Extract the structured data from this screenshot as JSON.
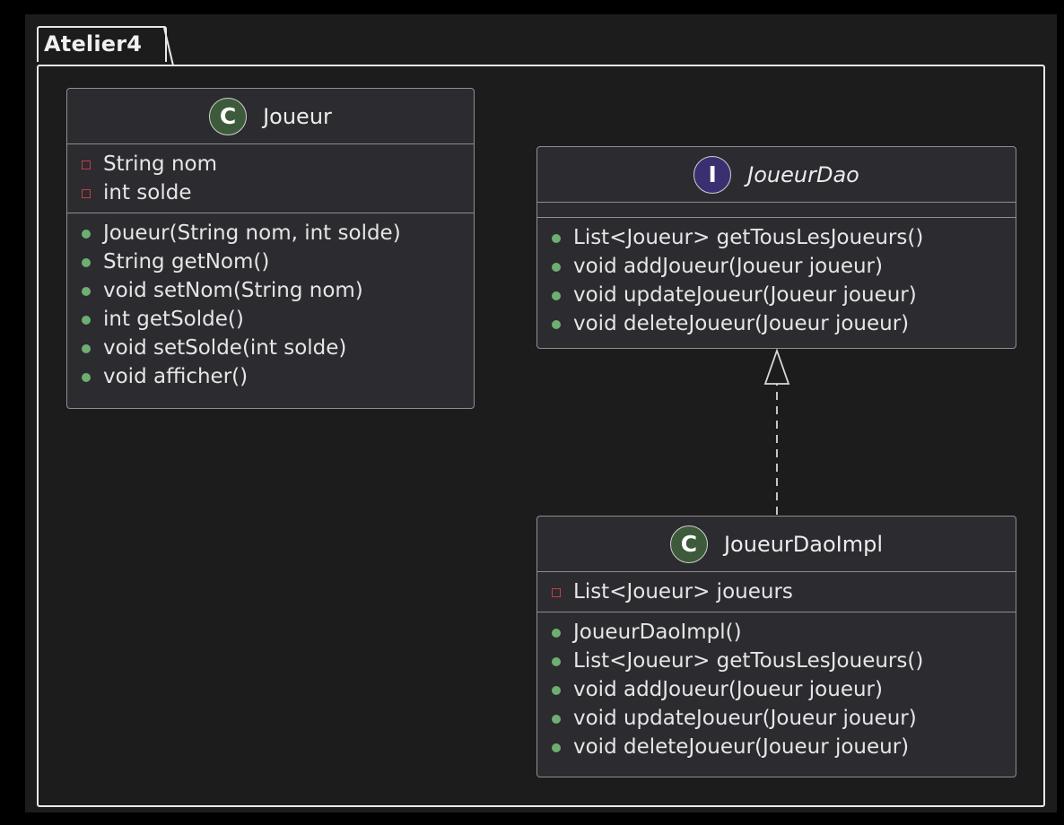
{
  "package": {
    "name": "Atelier4"
  },
  "classes": {
    "joueur": {
      "stereotype": "C",
      "name": "Joueur",
      "fields": [
        {
          "visibility": "private",
          "text": "String nom"
        },
        {
          "visibility": "private",
          "text": "int solde"
        }
      ],
      "methods": [
        {
          "visibility": "public",
          "text": "Joueur(String nom, int solde)"
        },
        {
          "visibility": "public",
          "text": "String getNom()"
        },
        {
          "visibility": "public",
          "text": "void setNom(String nom)"
        },
        {
          "visibility": "public",
          "text": "int getSolde()"
        },
        {
          "visibility": "public",
          "text": "void setSolde(int solde)"
        },
        {
          "visibility": "public",
          "text": "void afficher()"
        }
      ]
    },
    "joueur_dao": {
      "stereotype": "I",
      "name": "JoueurDao",
      "fields": [],
      "methods": [
        {
          "visibility": "public",
          "text": "List<Joueur> getTousLesJoueurs()"
        },
        {
          "visibility": "public",
          "text": "void addJoueur(Joueur joueur)"
        },
        {
          "visibility": "public",
          "text": "void updateJoueur(Joueur joueur)"
        },
        {
          "visibility": "public",
          "text": "void deleteJoueur(Joueur joueur)"
        }
      ]
    },
    "joueur_dao_impl": {
      "stereotype": "C",
      "name": "JoueurDaoImpl",
      "fields": [
        {
          "visibility": "private",
          "text": "List<Joueur> joueurs"
        }
      ],
      "methods": [
        {
          "visibility": "public",
          "text": "JoueurDaoImpl()"
        },
        {
          "visibility": "public",
          "text": "List<Joueur> getTousLesJoueurs()"
        },
        {
          "visibility": "public",
          "text": "void addJoueur(Joueur joueur)"
        },
        {
          "visibility": "public",
          "text": "void updateJoueur(Joueur joueur)"
        },
        {
          "visibility": "public",
          "text": "void deleteJoueur(Joueur joueur)"
        }
      ]
    }
  },
  "relations": [
    {
      "type": "realization",
      "from": "JoueurDaoImpl",
      "to": "JoueurDao"
    }
  ],
  "colors": {
    "background": "#1c1c1c",
    "class_fill": "#2b2b30",
    "class_border": "#8e8e92",
    "class_stereotype": "#3d5a3a",
    "interface_stereotype": "#3a2f70",
    "public_marker": "#6fae72",
    "private_marker": "#c24040"
  }
}
